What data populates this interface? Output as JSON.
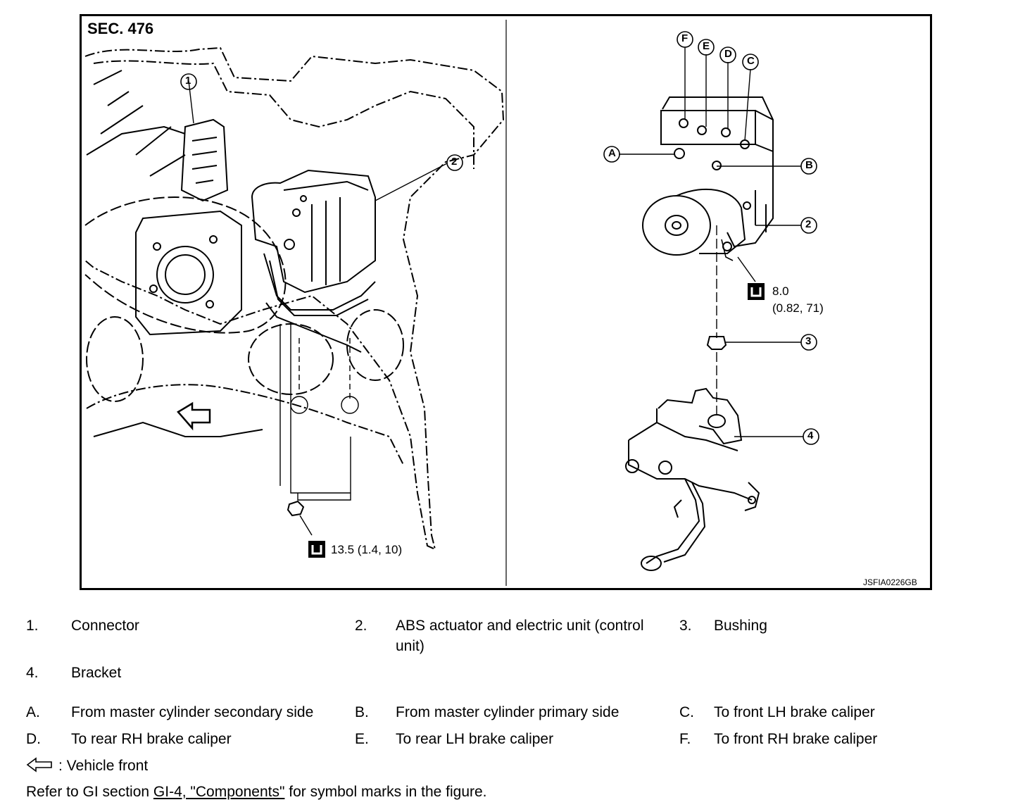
{
  "figure": {
    "section": "SEC. 476",
    "figure_id": "JSFIA0226GB",
    "callouts_left": [
      "1",
      "2"
    ],
    "callouts_right": [
      "F",
      "E",
      "D",
      "C",
      "A",
      "B",
      "2",
      "3",
      "4"
    ],
    "torque_left": "13.5 (1.4, 10)",
    "torque_right_line1": "8.0",
    "torque_right_line2": "(0.82, 71)"
  },
  "legend": {
    "items": [
      {
        "num": "1.",
        "text": "Connector"
      },
      {
        "num": "2.",
        "text": "ABS actuator and electric unit (control unit)"
      },
      {
        "num": "3.",
        "text": "Bushing"
      },
      {
        "num": "4.",
        "text": "Bracket"
      },
      {
        "num": "A.",
        "text": "From master cylinder secondary side"
      },
      {
        "num": "B.",
        "text": "From master cylinder primary side"
      },
      {
        "num": "C.",
        "text": "To front LH brake caliper"
      },
      {
        "num": "D.",
        "text": "To rear RH brake caliper"
      },
      {
        "num": "E.",
        "text": "To rear LH brake caliper"
      },
      {
        "num": "F.",
        "text": "To front RH brake caliper"
      }
    ]
  },
  "notes": {
    "vehicle_front": ": Vehicle front",
    "refer_prefix": "Refer to GI section ",
    "refer_link": "GI-4, \"Components\"",
    "refer_suffix": " for symbol marks in the figure."
  }
}
